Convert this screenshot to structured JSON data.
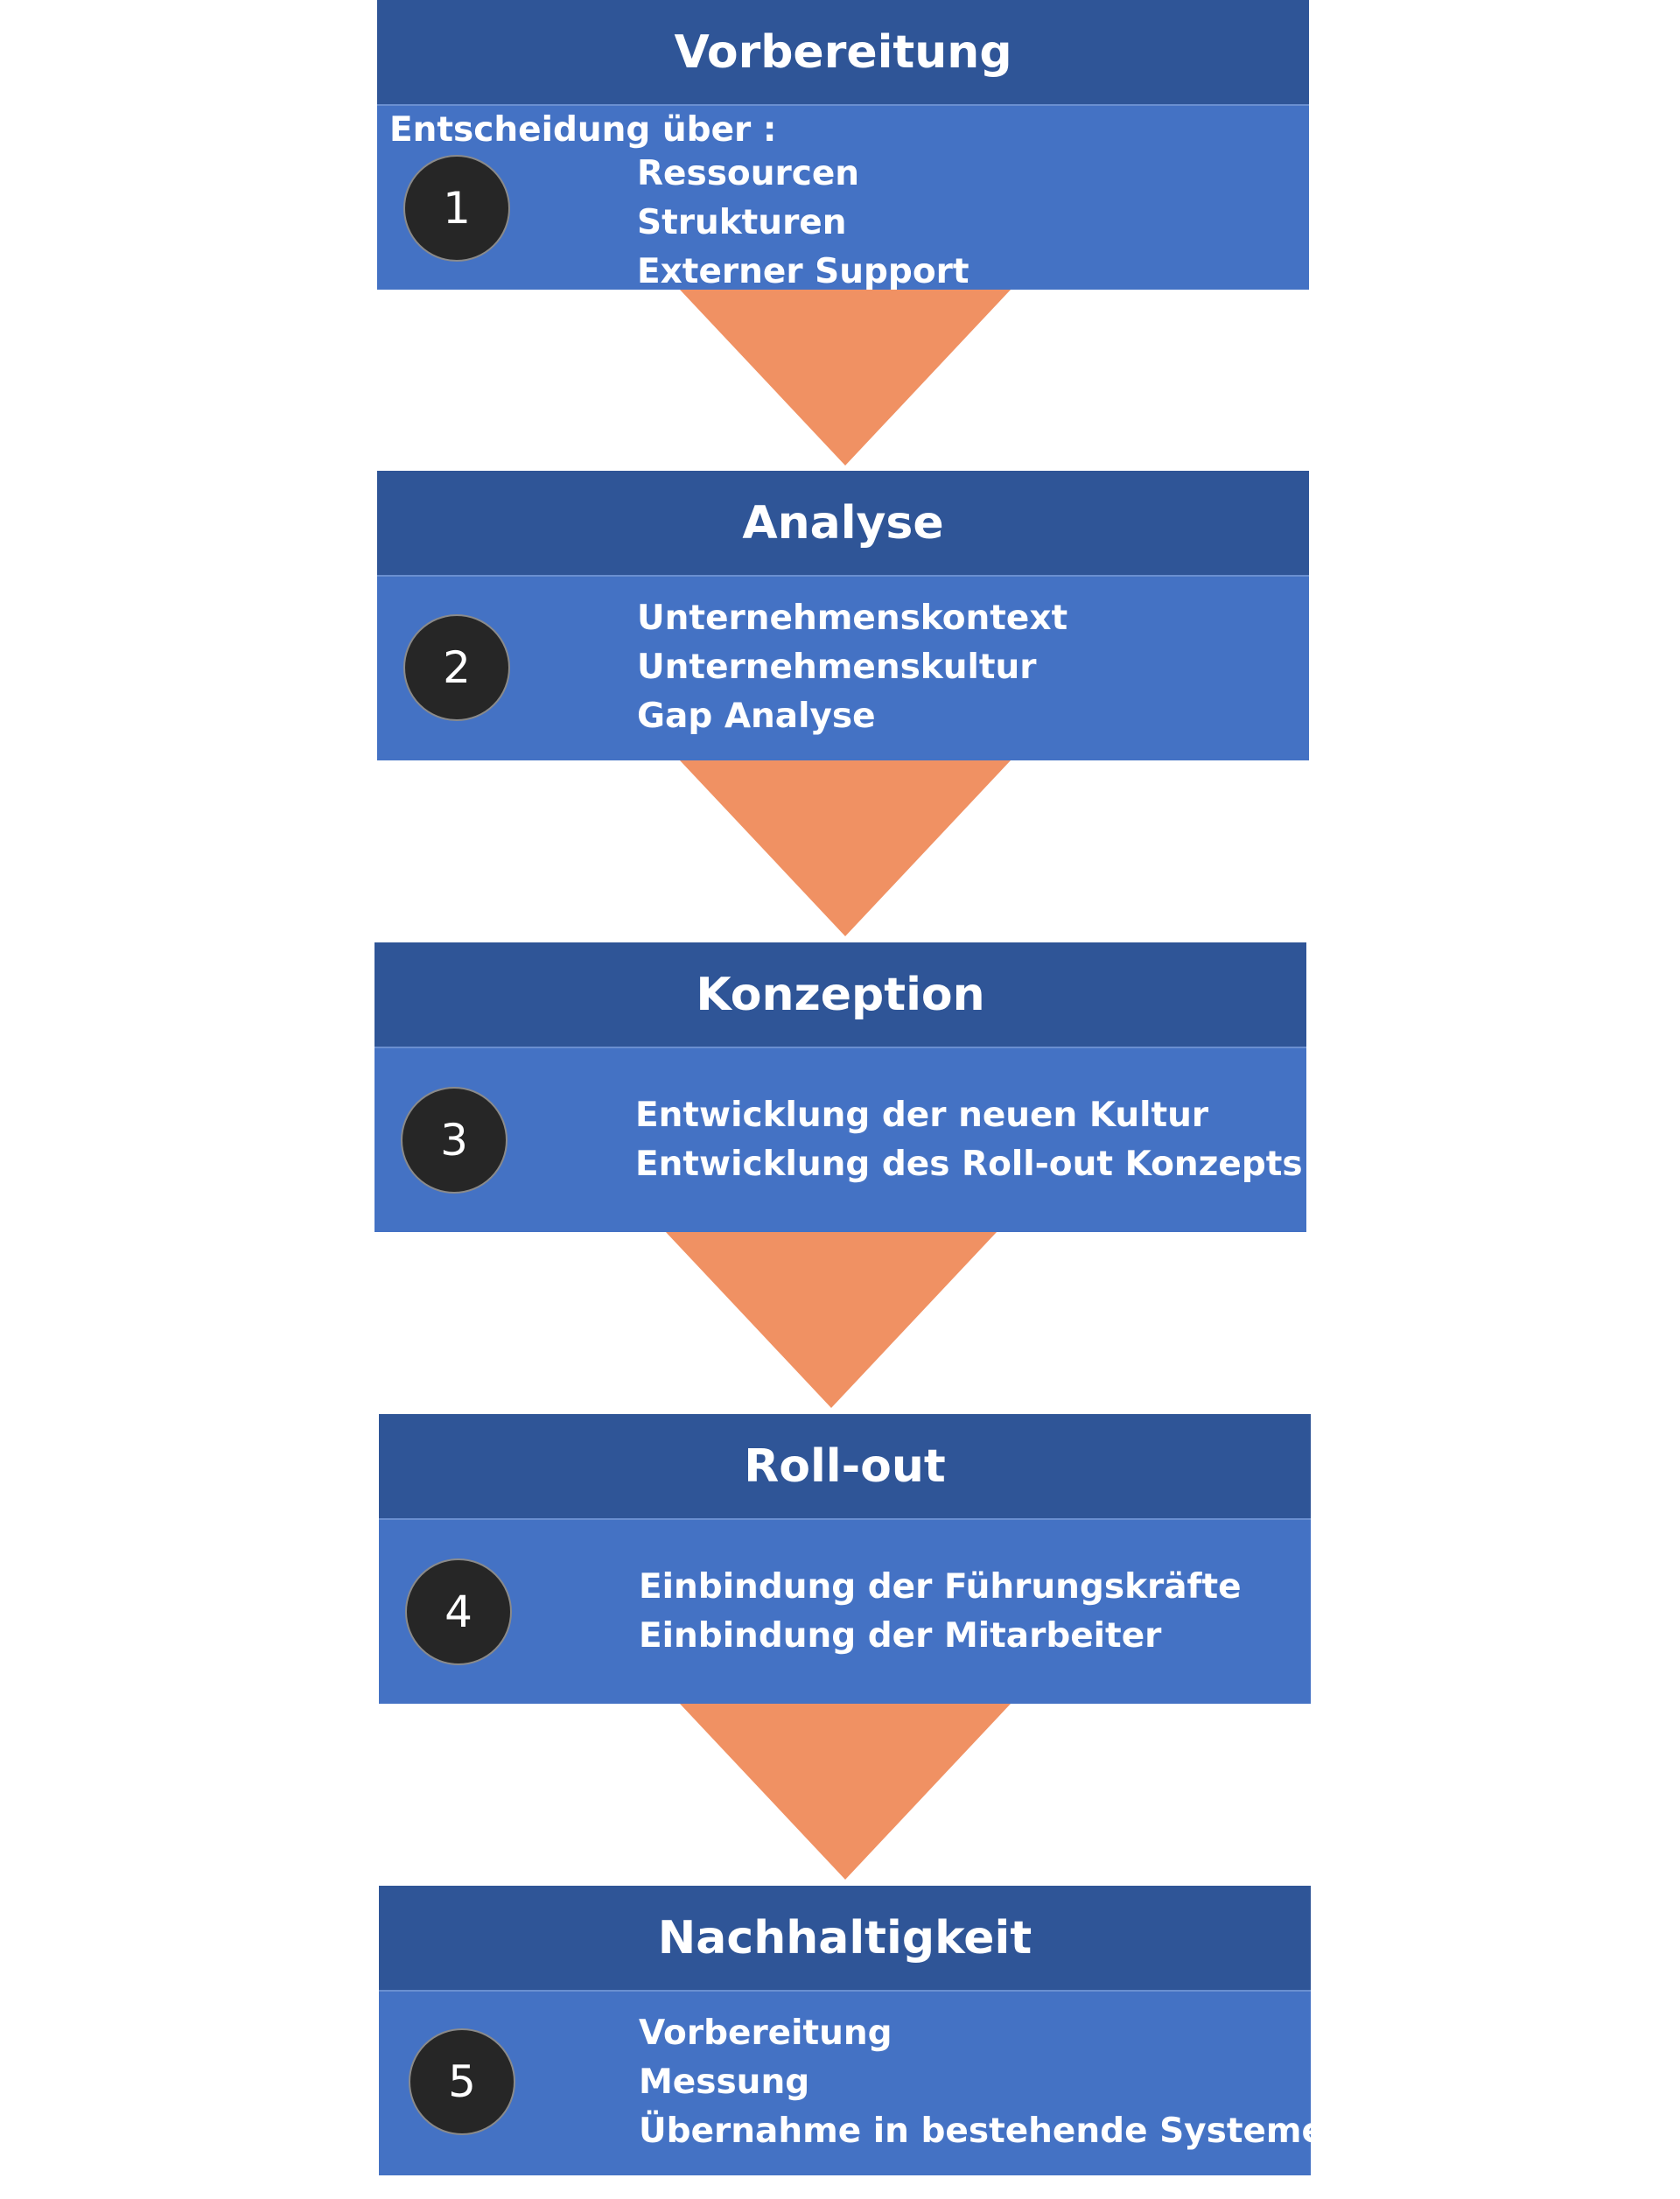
{
  "colors": {
    "header": "#2f5597",
    "body": "#4472c4",
    "arrow": "#f09163",
    "circle": "#262626",
    "text": "#ffffff"
  },
  "stages": [
    {
      "title": "Vorbereitung",
      "number": "1",
      "intro": "Entscheidung über :",
      "items": [
        "Ressourcen",
        "Strukturen",
        "Externer Support"
      ]
    },
    {
      "title": "Analyse",
      "number": "2",
      "items": [
        "Unternehmenskontext",
        "Unternehmenskultur",
        "Gap Analyse"
      ]
    },
    {
      "title": "Konzeption",
      "number": "3",
      "items": [
        "Entwicklung der neuen Kultur",
        "Entwicklung des Roll-out Konzepts"
      ]
    },
    {
      "title": "Roll-out",
      "number": "4",
      "items": [
        "Einbindung der Führungskräfte",
        "Einbindung der Mitarbeiter"
      ]
    },
    {
      "title": "Nachhaltigkeit",
      "number": "5",
      "items": [
        "Vorbereitung",
        "Messung",
        "Übernahme in bestehende Systeme"
      ]
    }
  ]
}
